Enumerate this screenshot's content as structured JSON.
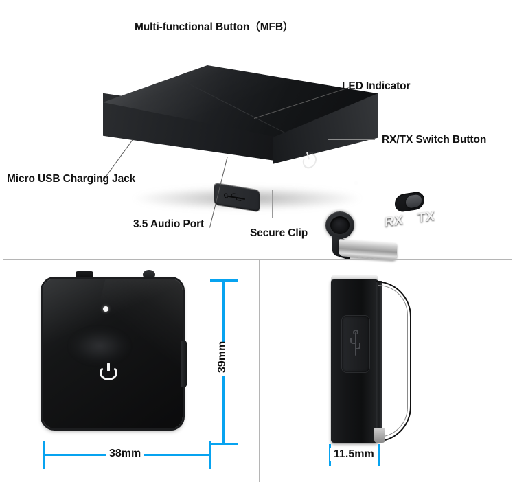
{
  "hero": {
    "labels": [
      {
        "id": "mfb",
        "name": "multi-functional-button",
        "text": "Multi-functional Button（MFB）"
      },
      {
        "id": "led",
        "name": "led-indicator",
        "text": "LED Indicator"
      },
      {
        "id": "rxtx",
        "name": "rx-tx-switch-button",
        "text": "RX/TX Switch Button"
      },
      {
        "id": "usb",
        "name": "micro-usb-charging-jack",
        "text": "Micro USB Charging Jack"
      },
      {
        "id": "audio",
        "name": "audio-port",
        "text": "3.5 Audio Port"
      },
      {
        "id": "clip",
        "name": "secure-clip",
        "text": "Secure Clip"
      }
    ],
    "device_markings": {
      "rx": "RX",
      "tx": "TX",
      "mfb_icon": "power-icon",
      "usb_icon": "usb-icon",
      "led_icon": "led-dot-icon"
    }
  },
  "views": {
    "top_down": {
      "name": "top-down-view",
      "width_dimension": "38mm",
      "height_dimension": "39mm",
      "power_icon": "power-icon",
      "led_icon": "led-dot-icon"
    },
    "side": {
      "name": "side-view",
      "thickness_dimension": "11.5mm",
      "usb_icon": "usb-icon"
    }
  },
  "colors": {
    "dimension_blue": "#07a3f0",
    "label_text": "#121212",
    "leader_line": "#8c8c8c",
    "divider": "#b5b5b5",
    "device_black": "#141517",
    "clip_silver": "#cfcfcf"
  }
}
